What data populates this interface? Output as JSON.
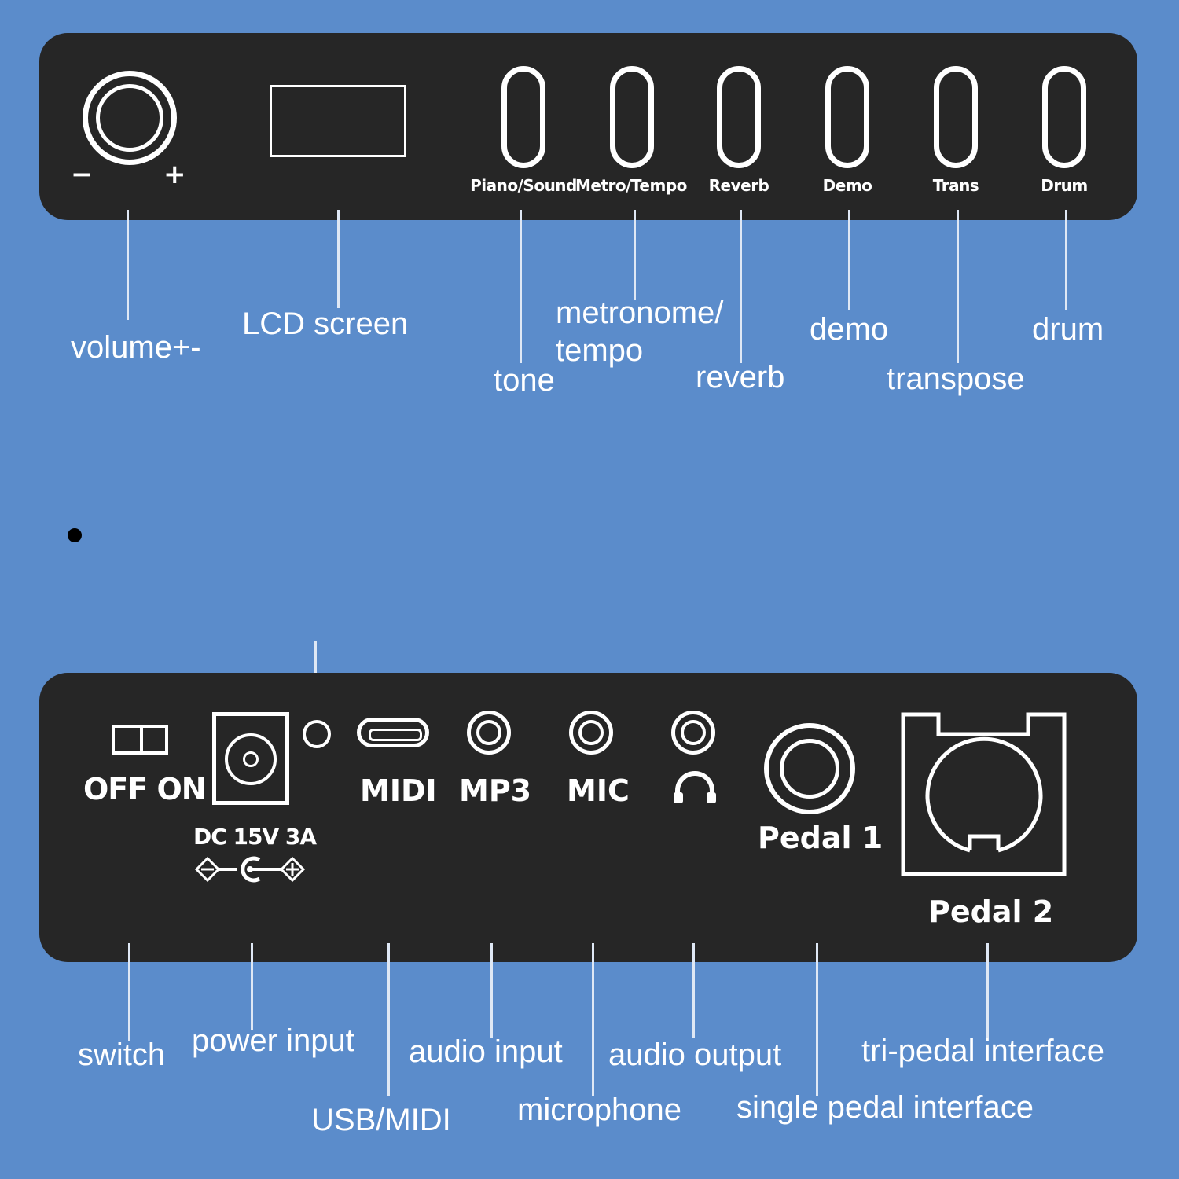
{
  "top_panel": {
    "buttons": [
      {
        "label": "Piano/Sound"
      },
      {
        "label": "Metro/Tempo"
      },
      {
        "label": "Reverb"
      },
      {
        "label": "Demo"
      },
      {
        "label": "Trans"
      },
      {
        "label": "Drum"
      }
    ],
    "volume_minus": "−",
    "volume_plus": "+"
  },
  "bottom_panel": {
    "switch_label": "OFF ON",
    "power_spec": "DC 15V 3A",
    "midi_label": "MIDI",
    "mp3_label": "MP3",
    "mic_label": "MIC",
    "pedal1_label": "Pedal 1",
    "pedal2_label": "Pedal 2",
    "headphone_icon": "headphones-icon"
  },
  "callouts_top": {
    "volume": "volume+-",
    "lcd": "LCD screen",
    "tone": "tone",
    "metronome_line1": "metronome/",
    "metronome_line2": "tempo",
    "reverb": "reverb",
    "demo": "demo",
    "transpose": "transpose",
    "drum": "drum"
  },
  "callouts_bottom": {
    "switch": "switch",
    "power_input": "power input",
    "usb_midi": "USB/MIDI",
    "audio_input": "audio input",
    "microphone": "microphone",
    "audio_output": "audio output",
    "single_pedal": "single pedal interface",
    "tri_pedal": "tri-pedal interface"
  },
  "colors": {
    "background": "#5b8ccb",
    "panel": "#262626",
    "line": "#dfe8f5",
    "text": "#ffffff"
  }
}
